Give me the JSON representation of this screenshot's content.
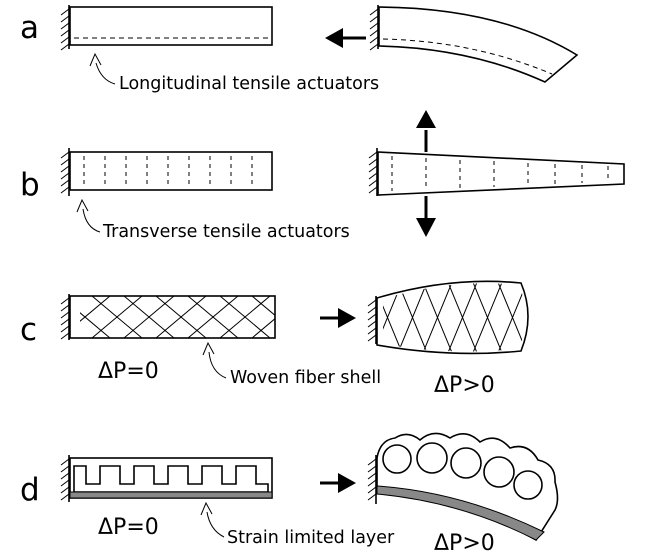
{
  "panels": [
    {
      "letter": "a",
      "caption": "Longitudinal tensile actuators"
    },
    {
      "letter": "b",
      "caption": "Transverse tensile actuators"
    },
    {
      "letter": "c",
      "caption": "Woven fiber shell",
      "pressure_left": "ΔP=0",
      "pressure_right": "ΔP>0"
    },
    {
      "letter": "d",
      "caption": "Strain limited layer",
      "pressure_left": "ΔP=0",
      "pressure_right": "ΔP>0"
    }
  ],
  "colors": {
    "ink": "#000000",
    "strain_layer": "#888888",
    "background": "#ffffff"
  }
}
